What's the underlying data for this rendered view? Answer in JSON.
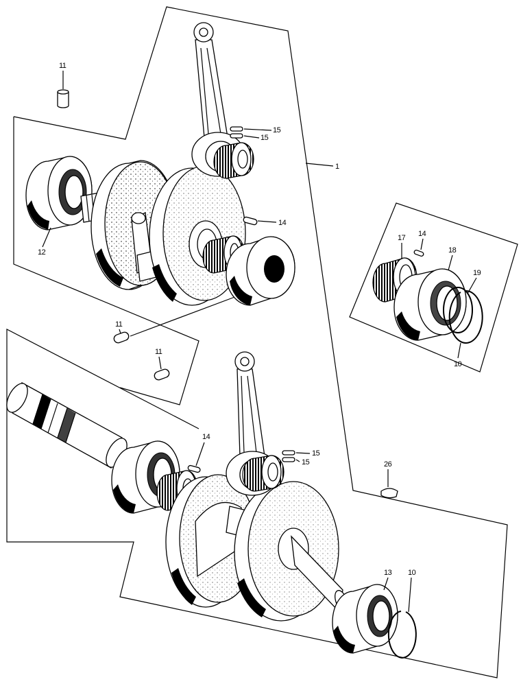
{
  "labels": [
    "11",
    "15",
    "15",
    "1",
    "14",
    "12",
    "17",
    "14",
    "18",
    "19",
    "10",
    "11",
    "11",
    "14",
    "15",
    "15",
    "26",
    "13",
    "10"
  ]
}
